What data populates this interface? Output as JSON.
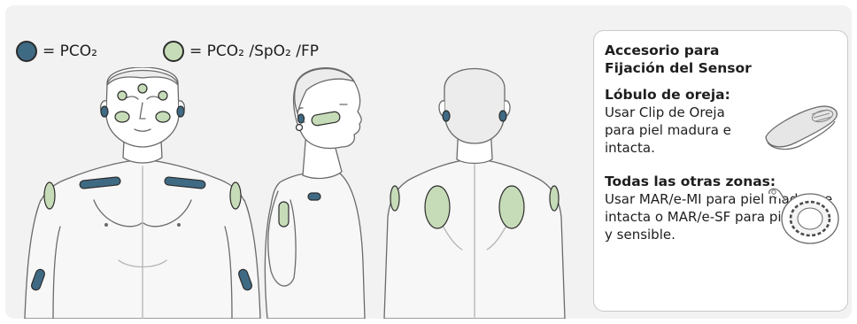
{
  "legend": {
    "items": [
      {
        "label": "= PCO₂",
        "color": "#3f6a84"
      },
      {
        "label": "= PCO₂ /SpO₂ /FP",
        "color": "#c6dcb8"
      }
    ]
  },
  "colors": {
    "pco2_site": "#3f6a84",
    "multi_site": "#c6dcb8",
    "panel_bg": "#f2f2f2"
  },
  "card": {
    "title": "Accesorio para Fijación del Sensor",
    "sections": [
      {
        "heading": "Lóbulo de oreja:",
        "body": "Usar Clip de Oreja para piel madura e intacta."
      },
      {
        "heading": "Todas las otras zonas:",
        "body": "Usar MAR/e-MI para piel madura e intacta o MAR/e-SF para piel frágil y sensible."
      }
    ],
    "images": [
      "ear-clip",
      "attachment-ring"
    ]
  }
}
